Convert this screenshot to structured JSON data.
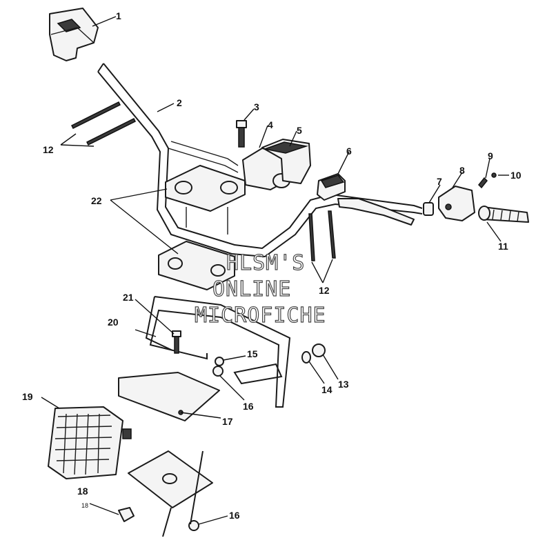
{
  "callouts": [
    {
      "id": "c1",
      "text": "1"
    },
    {
      "id": "c2",
      "text": "2"
    },
    {
      "id": "c3",
      "text": "3"
    },
    {
      "id": "c4",
      "text": "4"
    },
    {
      "id": "c5",
      "text": "5"
    },
    {
      "id": "c6",
      "text": "6"
    },
    {
      "id": "c7",
      "text": "7"
    },
    {
      "id": "c8",
      "text": "8"
    },
    {
      "id": "c9",
      "text": "9"
    },
    {
      "id": "c10",
      "text": "10"
    },
    {
      "id": "c11",
      "text": "11"
    },
    {
      "id": "c12a",
      "text": "12"
    },
    {
      "id": "c12b",
      "text": "12"
    },
    {
      "id": "c13",
      "text": "13"
    },
    {
      "id": "c14",
      "text": "14"
    },
    {
      "id": "c15",
      "text": "15"
    },
    {
      "id": "c16a",
      "text": "16"
    },
    {
      "id": "c16b",
      "text": "16"
    },
    {
      "id": "c17",
      "text": "17"
    },
    {
      "id": "c18",
      "text": "18"
    },
    {
      "id": "c18small",
      "text": "18"
    },
    {
      "id": "c19",
      "text": "19"
    },
    {
      "id": "c20",
      "text": "20"
    },
    {
      "id": "c21",
      "text": "21"
    },
    {
      "id": "c22",
      "text": "22"
    }
  ],
  "watermark": {
    "line1": "HLSM'S",
    "line2": "ONLINE",
    "line3": "MICROFICHE"
  }
}
